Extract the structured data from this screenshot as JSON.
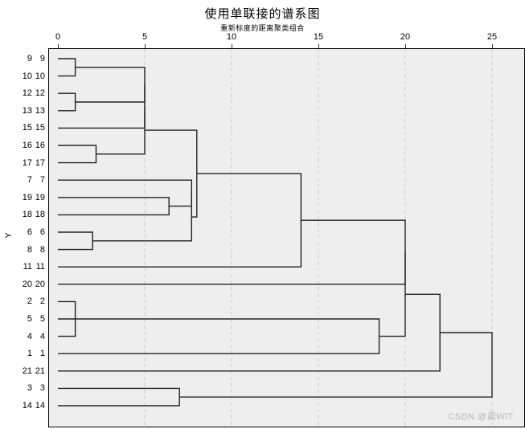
{
  "header": {
    "title": "使用单联接的谱系图",
    "subtitle": "重新标度的距离聚类组合"
  },
  "axes": {
    "ylabel": "Y",
    "xticks": [
      0,
      5,
      10,
      15,
      20,
      25
    ],
    "xlim": [
      0,
      25
    ],
    "grid": "vertical-dashed",
    "plot_background": "#eeeeee",
    "line_color": "#222222"
  },
  "watermark": "CSDN @蔺WIT",
  "chart_data": {
    "type": "dendrogram",
    "title": "使用单联接的谱系图",
    "subtitle": "重新标度的距离聚类组合",
    "xlabel": "",
    "ylabel": "Y",
    "xlim": [
      0,
      25
    ],
    "xticks": [
      0,
      5,
      10,
      15,
      20,
      25
    ],
    "grid": true,
    "legend": null,
    "leaf_order": [
      "9",
      "10",
      "12",
      "13",
      "15",
      "16",
      "17",
      "7",
      "19",
      "18",
      "6",
      "8",
      "11",
      "20",
      "2",
      "5",
      "4",
      "1",
      "21",
      "3",
      "14"
    ],
    "leaf_labels_left": [
      "9",
      "10",
      "12",
      "13",
      "15",
      "16",
      "17",
      "7",
      "19",
      "18",
      "6",
      "8",
      "11",
      "20",
      "2",
      "5",
      "4",
      "1",
      "21",
      "3",
      "14"
    ],
    "merges": [
      {
        "id": "m1",
        "children": [
          "9",
          "10"
        ],
        "distance": 1.0
      },
      {
        "id": "m2",
        "children": [
          "12",
          "13"
        ],
        "distance": 1.0
      },
      {
        "id": "m3",
        "children": [
          "16",
          "17"
        ],
        "distance": 2.2
      },
      {
        "id": "m4",
        "children": [
          "m1",
          "m2"
        ],
        "distance": 5.0
      },
      {
        "id": "m5",
        "children": [
          "m4",
          "15"
        ],
        "distance": 5.0
      },
      {
        "id": "m6",
        "children": [
          "m5",
          "m3"
        ],
        "distance": 5.0
      },
      {
        "id": "m7",
        "children": [
          "6",
          "8"
        ],
        "distance": 2.0
      },
      {
        "id": "m8",
        "children": [
          "19",
          "18"
        ],
        "distance": 6.4
      },
      {
        "id": "m9",
        "children": [
          "7",
          "m8"
        ],
        "distance": 7.7
      },
      {
        "id": "m10",
        "children": [
          "m9",
          "m7"
        ],
        "distance": 7.7
      },
      {
        "id": "m11",
        "children": [
          "m6",
          "m10"
        ],
        "distance": 8.0
      },
      {
        "id": "m12",
        "children": [
          "m11",
          "11"
        ],
        "distance": 14.0
      },
      {
        "id": "m13",
        "children": [
          "2",
          "4"
        ],
        "distance": 1.0
      },
      {
        "id": "m14",
        "children": [
          "m13",
          "5"
        ],
        "distance": 1.0
      },
      {
        "id": "m15",
        "children": [
          "m14",
          "1"
        ],
        "distance": 18.5
      },
      {
        "id": "m16",
        "children": [
          "m12",
          "20"
        ],
        "distance": 20.0
      },
      {
        "id": "m17",
        "children": [
          "m16",
          "m15"
        ],
        "distance": 20.0
      },
      {
        "id": "m18",
        "children": [
          "m17",
          "21"
        ],
        "distance": 22.0
      },
      {
        "id": "m19",
        "children": [
          "3",
          "14"
        ],
        "distance": 7.0
      },
      {
        "id": "m20",
        "children": [
          "m18",
          "m19"
        ],
        "distance": 25.0
      }
    ]
  }
}
